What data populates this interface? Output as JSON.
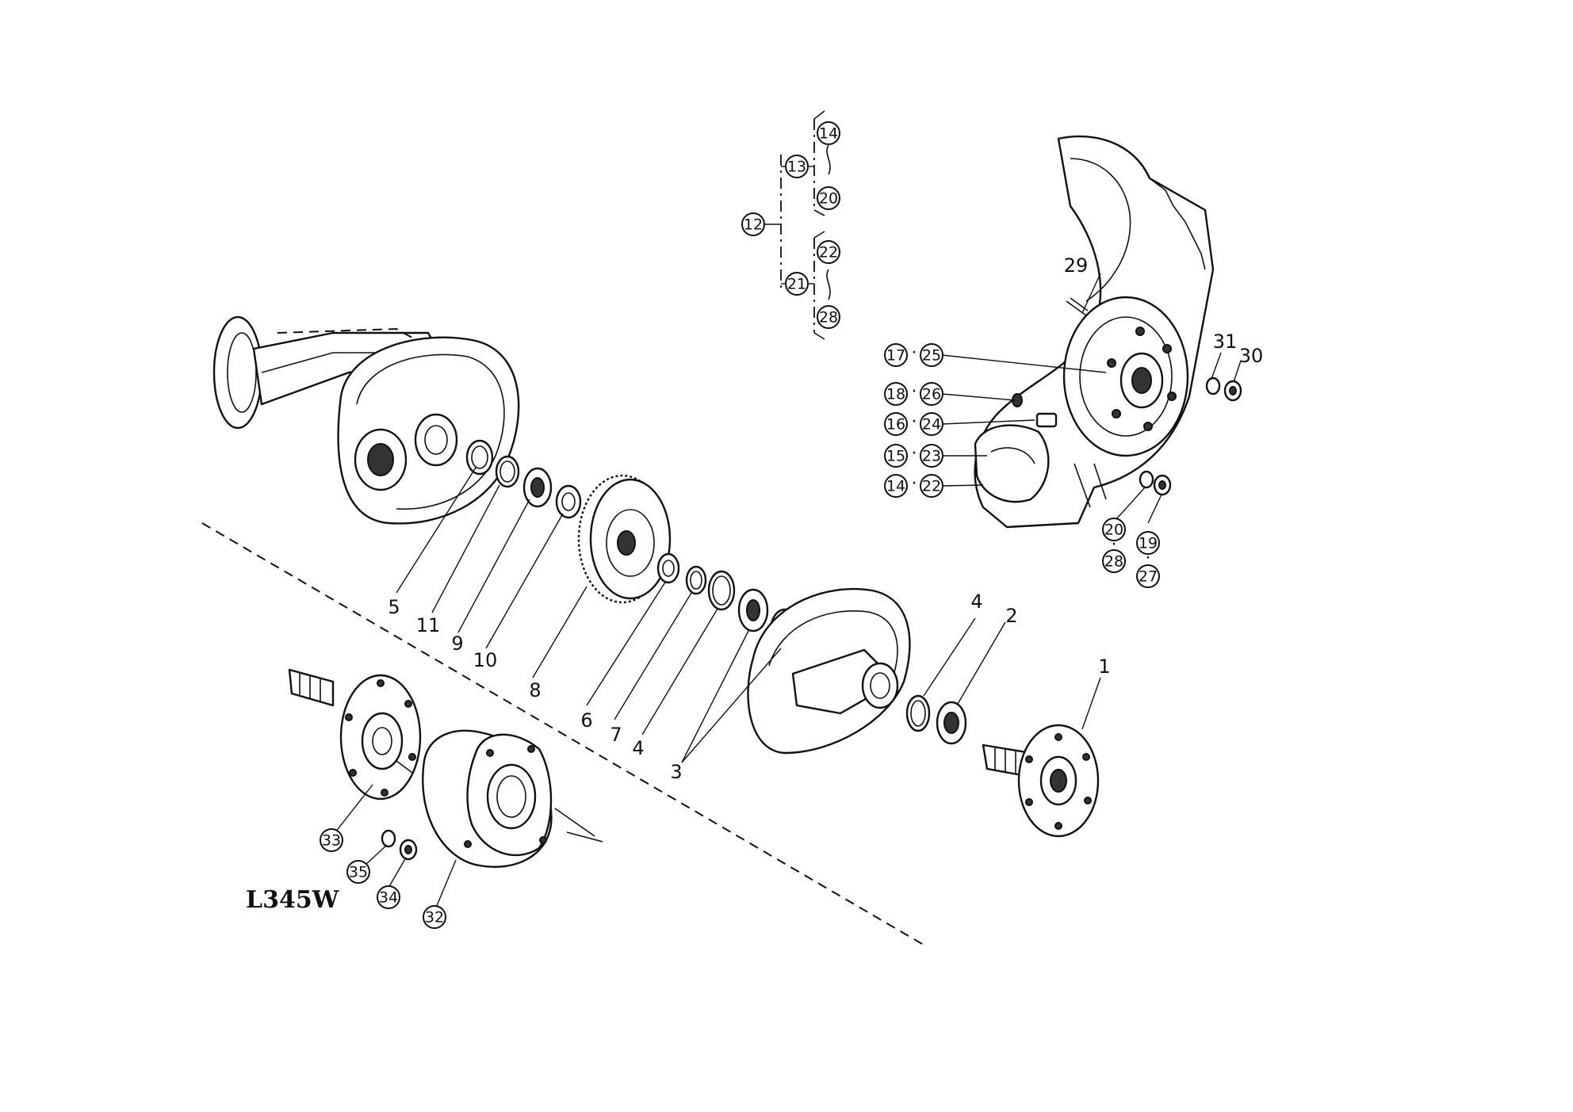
{
  "model_code": "L345W",
  "callouts": {
    "c1": "1",
    "c2": "2",
    "c3": "3",
    "c4a": "4",
    "c4b": "4",
    "c5": "5",
    "c6": "6",
    "c7": "7",
    "c8": "8",
    "c9": "9",
    "c10": "10",
    "c11": "11",
    "c29": "29",
    "c30": "30",
    "c31": "31",
    "r12": "12",
    "r13": "13",
    "r14": "14",
    "r20": "20",
    "r21": "21",
    "r22": "22",
    "r28": "28",
    "p17": "17",
    "p25": "25",
    "p18": "18",
    "p26": "26",
    "p16": "16",
    "p24": "24",
    "p15": "15",
    "p23": "23",
    "p14": "14",
    "p22": "22",
    "s20": "20",
    "s28": "28",
    "s19": "19",
    "s27": "27",
    "b33": "33",
    "b35": "35",
    "b34": "34",
    "b32": "32"
  },
  "separator": "·"
}
